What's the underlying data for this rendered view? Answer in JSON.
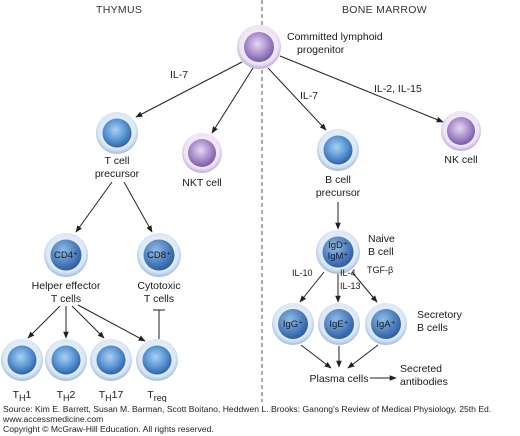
{
  "regions": {
    "left": "THYMUS",
    "right": "BONE MARROW"
  },
  "nodes": {
    "committed_lymphoid": [
      "Committed lymphoid",
      "progenitor"
    ],
    "t_cell_precursor": [
      "T cell",
      "precursor"
    ],
    "nkt_cell": [
      "NKT cell"
    ],
    "b_cell_precursor": [
      "B cell",
      "precursor"
    ],
    "nk_cell": [
      "NK cell"
    ],
    "cd4": {
      "inner": "CD4⁺",
      "label": [
        "Helper effector",
        "T cells"
      ]
    },
    "cd8": {
      "inner": "CD8⁺",
      "label": [
        "Cytotoxic",
        "T cells"
      ]
    },
    "naive_b": {
      "inner": [
        "IgD⁺",
        "IgM⁺"
      ],
      "label": [
        "Naive",
        "B cell"
      ]
    },
    "igg": {
      "inner": "IgG⁺"
    },
    "ige": {
      "inner": "IgE⁺"
    },
    "iga": {
      "inner": "IgA⁺"
    },
    "secretory_label": [
      "Secretory",
      "B cells"
    ],
    "th1": {
      "main": "T",
      "sub": "H",
      "tail": "1"
    },
    "th2": {
      "main": "T",
      "sub": "H",
      "tail": "2"
    },
    "th17": {
      "main": "T",
      "sub": "H",
      "tail": "17"
    },
    "treg": {
      "main": "T",
      "sub": "reg",
      "tail": ""
    },
    "plasma_cells": "Plasma cells",
    "secreted_antibodies": [
      "Secreted",
      "antibodies"
    ]
  },
  "cytokines": {
    "il7_left": "IL-7",
    "il7_right": "IL-7",
    "il2_il15": "IL-2, IL-15",
    "il10": "IL-10",
    "il4": "IL-4",
    "il13": "IL-13",
    "tgfb": "TGF-β"
  },
  "colors": {
    "blue_cell": "#4a86c8",
    "blue_nucleus": "#3f74b8",
    "purple_cell": "#a98fc9",
    "purple_nucleus": "#8a6db4",
    "ring": "#bfd3ea",
    "ring_purple": "#dccfea"
  },
  "footer": {
    "source": "Source: Kim E. Barrett, Susan M. Barman, Scott Boitano, Heddwen L. Brooks: Ganong's Review of Medical Physiology, 25th Ed.",
    "site": "www.accessmedicine.com",
    "copyright": "Copyright © McGraw-Hill Education.  All rights reserved."
  }
}
